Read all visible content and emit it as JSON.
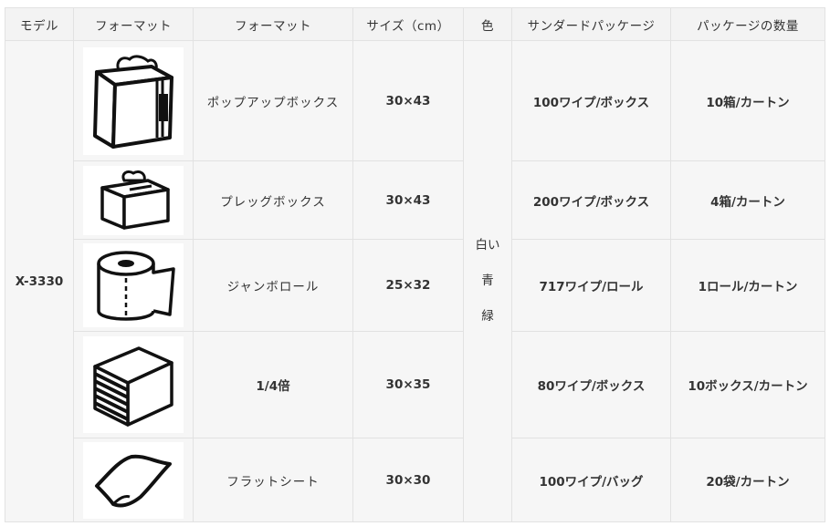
{
  "headers": [
    "モデル",
    "フォーマット",
    "フォーマット",
    "サイズ（cm）",
    "色",
    "サンダードパッケージ",
    "パッケージの数量"
  ],
  "model": "X-3330",
  "colors": [
    "白い",
    "青",
    "緑"
  ],
  "rows": [
    {
      "icon": "popup-box-icon",
      "format": "ポップアップボックス",
      "size": "30×43",
      "package": "100ワイプ/ボックス",
      "quantity": "10箱/カートン"
    },
    {
      "icon": "pleg-box-icon",
      "format": "プレッグボックス",
      "size": "30×43",
      "package": "200ワイプ/ボックス",
      "quantity": "4箱/カートン"
    },
    {
      "icon": "jumbo-roll-icon",
      "format": "ジャンボロール",
      "size": "25×32",
      "package": "717ワイプ/ロール",
      "quantity": "1ロール/カートン"
    },
    {
      "icon": "quarter-fold-stack-icon",
      "format": "1/4倍",
      "size": "30×35",
      "package": "80ワイプ/ボックス",
      "quantity": "10ボックス/カートン"
    },
    {
      "icon": "flat-sheet-icon",
      "format": "フラットシート",
      "size": "30×30",
      "package": "100ワイプ/バッグ",
      "quantity": "20袋/カートン"
    }
  ]
}
